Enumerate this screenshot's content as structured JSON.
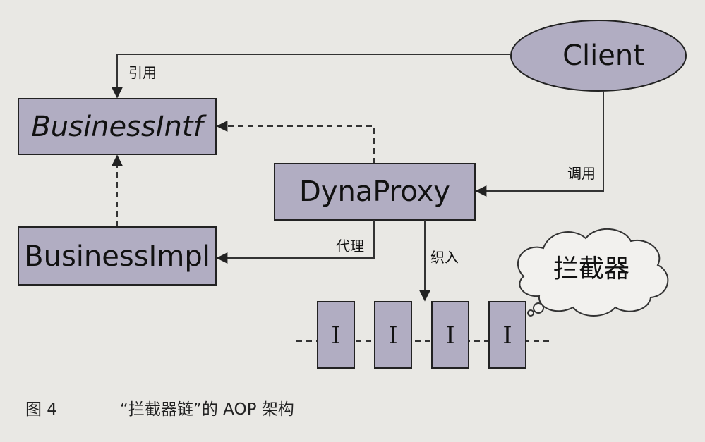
{
  "nodes": {
    "client": "Client",
    "business_intf": "BusinessIntf",
    "dyna_proxy": "DynaProxy",
    "business_impl": "BusinessImpl",
    "interceptor_cloud": "拦截器"
  },
  "edges": {
    "reference": "引用",
    "invoke": "调用",
    "proxy": "代理",
    "weave": "织入"
  },
  "interceptors": [
    "I",
    "I",
    "I",
    "I"
  ],
  "caption": {
    "figure": "图 4",
    "title": "“拦截器链”的 AOP 架构"
  }
}
